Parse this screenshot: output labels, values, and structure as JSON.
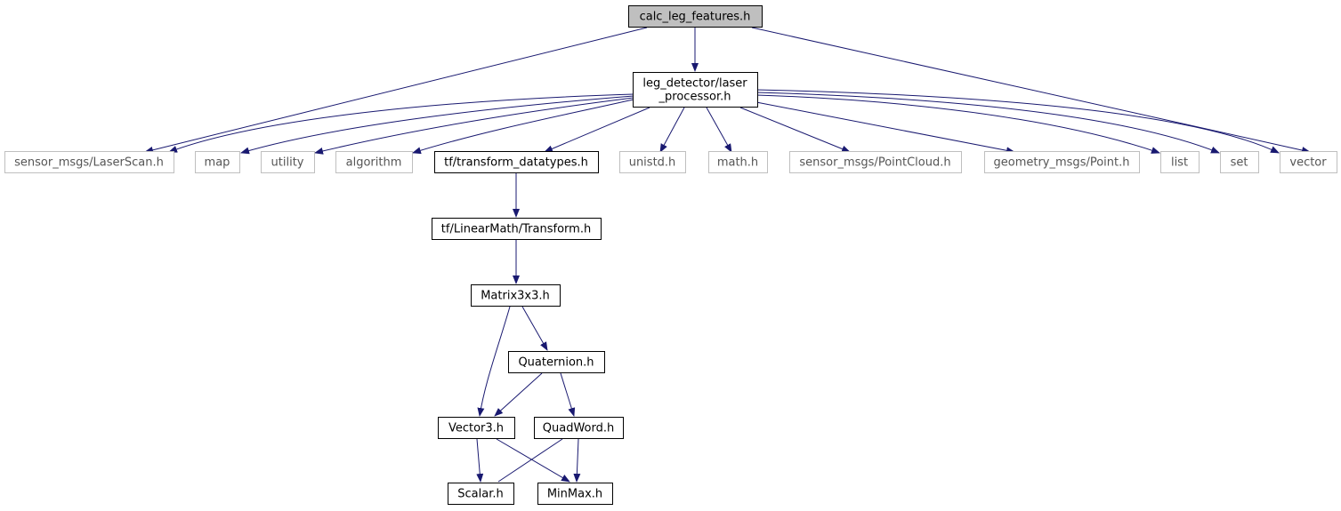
{
  "diagram": {
    "colors": {
      "edge": "#191970",
      "node_border": "#000000",
      "external_border": "#bfbfbf",
      "root_fill": "#bfbfbf",
      "text": "#000000",
      "external_text": "#555555"
    },
    "nodes": [
      {
        "id": "calc_leg_features",
        "lines": [
          "calc_leg_features.h"
        ],
        "kind": "root"
      },
      {
        "id": "laser_processor",
        "lines": [
          "leg_detector/laser",
          "_processor.h"
        ],
        "kind": "internal"
      },
      {
        "id": "laserscan",
        "lines": [
          "sensor_msgs/LaserScan.h"
        ],
        "kind": "external"
      },
      {
        "id": "map",
        "lines": [
          "map"
        ],
        "kind": "external"
      },
      {
        "id": "utility",
        "lines": [
          "utility"
        ],
        "kind": "external"
      },
      {
        "id": "algorithm",
        "lines": [
          "algorithm"
        ],
        "kind": "external"
      },
      {
        "id": "transform_datatypes",
        "lines": [
          "tf/transform_datatypes.h"
        ],
        "kind": "internal"
      },
      {
        "id": "unistd",
        "lines": [
          "unistd.h"
        ],
        "kind": "external"
      },
      {
        "id": "math",
        "lines": [
          "math.h"
        ],
        "kind": "external"
      },
      {
        "id": "pointcloud",
        "lines": [
          "sensor_msgs/PointCloud.h"
        ],
        "kind": "external"
      },
      {
        "id": "point",
        "lines": [
          "geometry_msgs/Point.h"
        ],
        "kind": "external"
      },
      {
        "id": "list",
        "lines": [
          "list"
        ],
        "kind": "external"
      },
      {
        "id": "set",
        "lines": [
          "set"
        ],
        "kind": "external"
      },
      {
        "id": "vector",
        "lines": [
          "vector"
        ],
        "kind": "external"
      },
      {
        "id": "transform",
        "lines": [
          "tf/LinearMath/Transform.h"
        ],
        "kind": "internal"
      },
      {
        "id": "matrix3x3",
        "lines": [
          "Matrix3x3.h"
        ],
        "kind": "internal"
      },
      {
        "id": "quaternion",
        "lines": [
          "Quaternion.h"
        ],
        "kind": "internal"
      },
      {
        "id": "vector3",
        "lines": [
          "Vector3.h"
        ],
        "kind": "internal"
      },
      {
        "id": "quadword",
        "lines": [
          "QuadWord.h"
        ],
        "kind": "internal"
      },
      {
        "id": "scalar",
        "lines": [
          "Scalar.h"
        ],
        "kind": "internal"
      },
      {
        "id": "minmax",
        "lines": [
          "MinMax.h"
        ],
        "kind": "internal"
      }
    ],
    "edges": [
      {
        "from": "calc_leg_features",
        "to": "laserscan"
      },
      {
        "from": "calc_leg_features",
        "to": "laser_processor"
      },
      {
        "from": "calc_leg_features",
        "to": "vector"
      },
      {
        "from": "laser_processor",
        "to": "laserscan"
      },
      {
        "from": "laser_processor",
        "to": "map"
      },
      {
        "from": "laser_processor",
        "to": "utility"
      },
      {
        "from": "laser_processor",
        "to": "algorithm"
      },
      {
        "from": "laser_processor",
        "to": "transform_datatypes"
      },
      {
        "from": "laser_processor",
        "to": "unistd"
      },
      {
        "from": "laser_processor",
        "to": "math"
      },
      {
        "from": "laser_processor",
        "to": "pointcloud"
      },
      {
        "from": "laser_processor",
        "to": "point"
      },
      {
        "from": "laser_processor",
        "to": "list"
      },
      {
        "from": "laser_processor",
        "to": "set"
      },
      {
        "from": "laser_processor",
        "to": "vector"
      },
      {
        "from": "transform_datatypes",
        "to": "transform"
      },
      {
        "from": "transform",
        "to": "matrix3x3"
      },
      {
        "from": "matrix3x3",
        "to": "vector3"
      },
      {
        "from": "matrix3x3",
        "to": "quaternion"
      },
      {
        "from": "quaternion",
        "to": "vector3"
      },
      {
        "from": "quaternion",
        "to": "quadword"
      },
      {
        "from": "vector3",
        "to": "scalar"
      },
      {
        "from": "vector3",
        "to": "minmax"
      },
      {
        "from": "quadword",
        "to": "scalar"
      },
      {
        "from": "quadword",
        "to": "minmax"
      }
    ]
  }
}
